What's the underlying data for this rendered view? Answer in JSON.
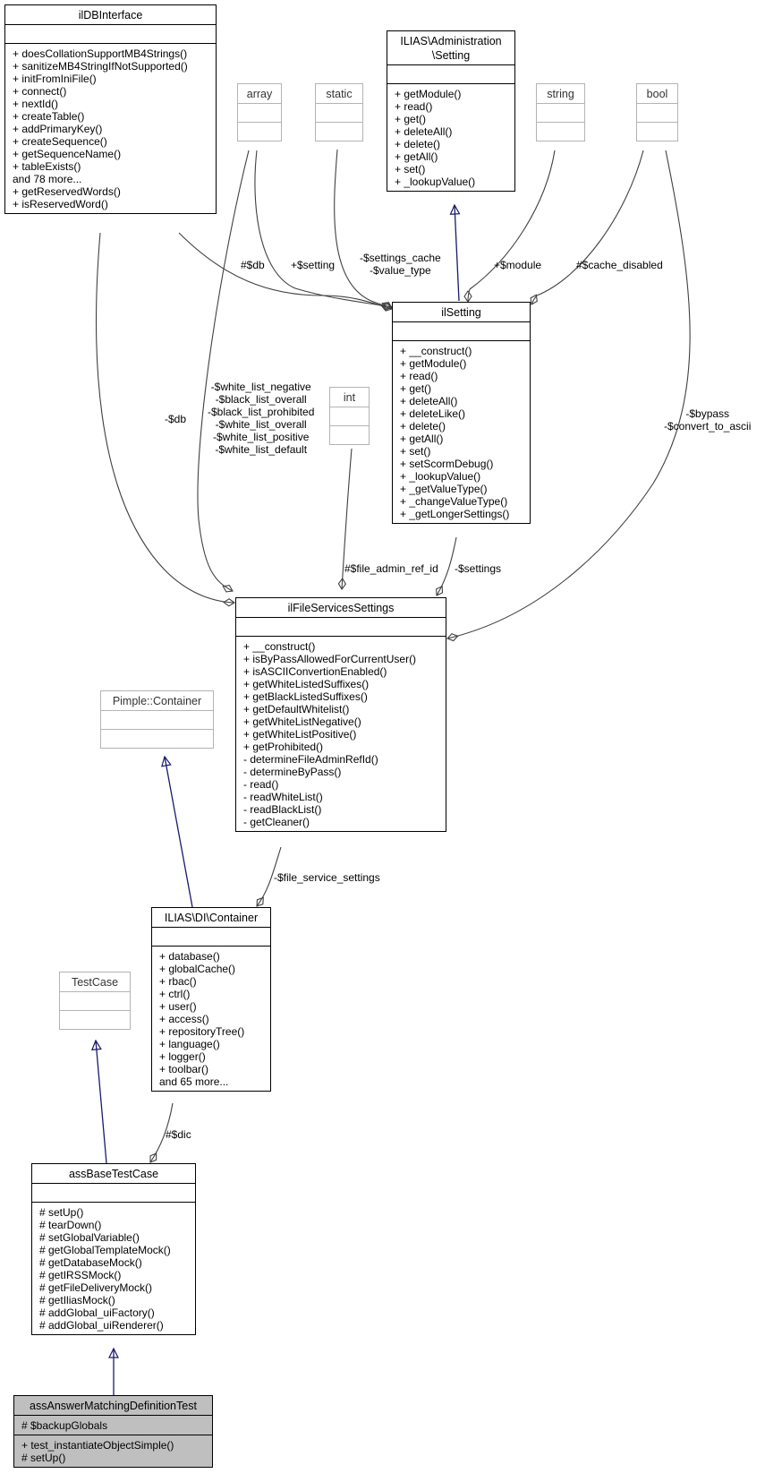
{
  "classes": [
    {
      "id": "ilDBInterface",
      "title": "ilDBInterface",
      "external": false,
      "attrs": [],
      "ops": [
        "+ doesCollationSupportMB4Strings()",
        "+ sanitizeMB4StringIfNotSupported()",
        "+ initFromIniFile()",
        "+ connect()",
        "+ nextId()",
        "+ createTable()",
        "+ addPrimaryKey()",
        "+ createSequence()",
        "+ getSequenceName()",
        "+ tableExists()",
        "and 78 more...",
        "+ getReservedWords()",
        "+ isReservedWord()"
      ]
    },
    {
      "id": "adminSetting",
      "title": "ILIAS\\Administration\n\\Setting",
      "external": false,
      "attrs": [],
      "ops": [
        "+ getModule()",
        "+ read()",
        "+ get()",
        "+ deleteAll()",
        "+ delete()",
        "+ getAll()",
        "+ set()",
        "+ _lookupValue()"
      ]
    },
    {
      "id": "array",
      "title": "array",
      "external": true,
      "attrs": [],
      "ops": []
    },
    {
      "id": "static",
      "title": "static",
      "external": true,
      "attrs": [],
      "ops": []
    },
    {
      "id": "string",
      "title": "string",
      "external": true,
      "attrs": [],
      "ops": []
    },
    {
      "id": "bool",
      "title": "bool",
      "external": true,
      "attrs": [],
      "ops": []
    },
    {
      "id": "int",
      "title": "int",
      "external": true,
      "attrs": [],
      "ops": []
    },
    {
      "id": "ilSetting",
      "title": "ilSetting",
      "external": false,
      "attrs": [],
      "ops": [
        "+ __construct()",
        "+ getModule()",
        "+ read()",
        "+ get()",
        "+ deleteAll()",
        "+ deleteLike()",
        "+ delete()",
        "+ getAll()",
        "+ set()",
        "+ setScormDebug()",
        "+ _lookupValue()",
        "+ _getValueType()",
        "+ _changeValueType()",
        "+ _getLongerSettings()"
      ]
    },
    {
      "id": "ilFileServicesSettings",
      "title": "ilFileServicesSettings",
      "external": false,
      "attrs": [],
      "ops": [
        "+ __construct()",
        "+ isByPassAllowedForCurrentUser()",
        "+ isASCIIConvertionEnabled()",
        "+ getWhiteListedSuffixes()",
        "+ getBlackListedSuffixes()",
        "+ getDefaultWhitelist()",
        "+ getWhiteListNegative()",
        "+ getWhiteListPositive()",
        "+ getProhibited()",
        "- determineFileAdminRefId()",
        "- determineByPass()",
        "- read()",
        "- readWhiteList()",
        "- readBlackList()",
        "- getCleaner()"
      ]
    },
    {
      "id": "pimple",
      "title": "Pimple::Container",
      "external": true,
      "attrs": [],
      "ops": []
    },
    {
      "id": "diContainer",
      "title": "ILIAS\\DI\\Container",
      "external": false,
      "attrs": [],
      "ops": [
        "+ database()",
        "+ globalCache()",
        "+ rbac()",
        "+ ctrl()",
        "+ user()",
        "+ access()",
        "+ repositoryTree()",
        "+ language()",
        "+ logger()",
        "+ toolbar()",
        "and 65 more..."
      ]
    },
    {
      "id": "testCase",
      "title": "TestCase",
      "external": true,
      "attrs": [],
      "ops": []
    },
    {
      "id": "assBaseTestCase",
      "title": "assBaseTestCase",
      "external": false,
      "attrs": [],
      "ops": [
        "# setUp()",
        "# tearDown()",
        "# setGlobalVariable()",
        "# getGlobalTemplateMock()",
        "# getDatabaseMock()",
        "# getIRSSMock()",
        "# getFileDeliveryMock()",
        "# getIliasMock()",
        "# addGlobal_uiFactory()",
        "# addGlobal_uiRenderer()"
      ]
    },
    {
      "id": "assAnswerMatchingDefinitionTest",
      "title": "assAnswerMatchingDefinitionTest",
      "external": false,
      "focus": true,
      "attrs": [
        "# $backupGlobals"
      ],
      "ops": [
        "+ test_instantiateObjectSimple()",
        "# setUp()"
      ]
    }
  ],
  "edge_labels": {
    "db_setting": "#$db",
    "setting_setting": "+$setting",
    "settings_cache": "-$settings_cache\n-$value_type",
    "module": "+$module",
    "cache_disabled": "#$cache_disabled",
    "db_fss": "-$db",
    "white_black_lists": "-$white_list_negative\n-$black_list_overall\n-$black_list_prohibited\n-$white_list_overall\n-$white_list_positive\n-$white_list_default",
    "bypass": "-$bypass\n-$convert_to_ascii",
    "file_admin_ref_id": "#$file_admin_ref_id",
    "settings": "-$settings",
    "file_service_settings": "-$file_service_settings",
    "dic": "#$dic"
  },
  "colors": {
    "inheritance": "#191970",
    "association": "#404040",
    "focus_fill": "#bfbfbf",
    "external_border": "#b4b4b4"
  }
}
